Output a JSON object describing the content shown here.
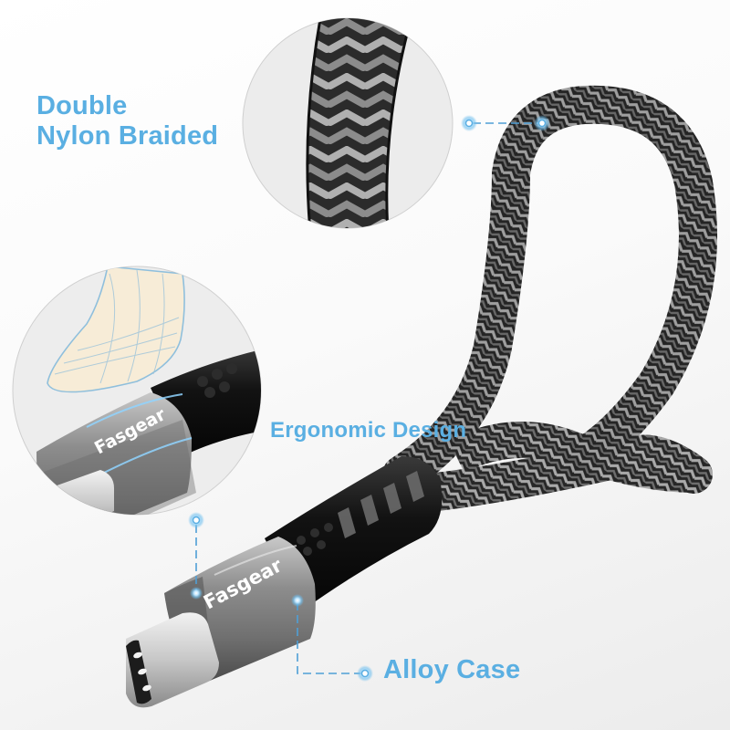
{
  "product": {
    "brand": "Fasgear",
    "type": "USB-C braided cable"
  },
  "features": [
    {
      "id": "braided",
      "lines": [
        "Double",
        "Nylon Braided"
      ]
    },
    {
      "id": "ergonomic",
      "label": "Ergonomic Design"
    },
    {
      "id": "alloy",
      "label": "Alloy Case"
    }
  ],
  "colors": {
    "accent_text": "#5aafe2",
    "callout_line": "#4f9fd6",
    "callout_glow": "#8fd0ff",
    "braid_dark": "#2a2a2a",
    "braid_light": "#9a9a9a",
    "alloy_grey": "#8a8a8a",
    "strain_relief": "#151515",
    "circle_bg": "#ededed",
    "hand_skin": "#f7ecd7",
    "hand_outline": "#8fbfdc"
  },
  "icons": {
    "callout_dot": "glowing-circle-dot"
  }
}
